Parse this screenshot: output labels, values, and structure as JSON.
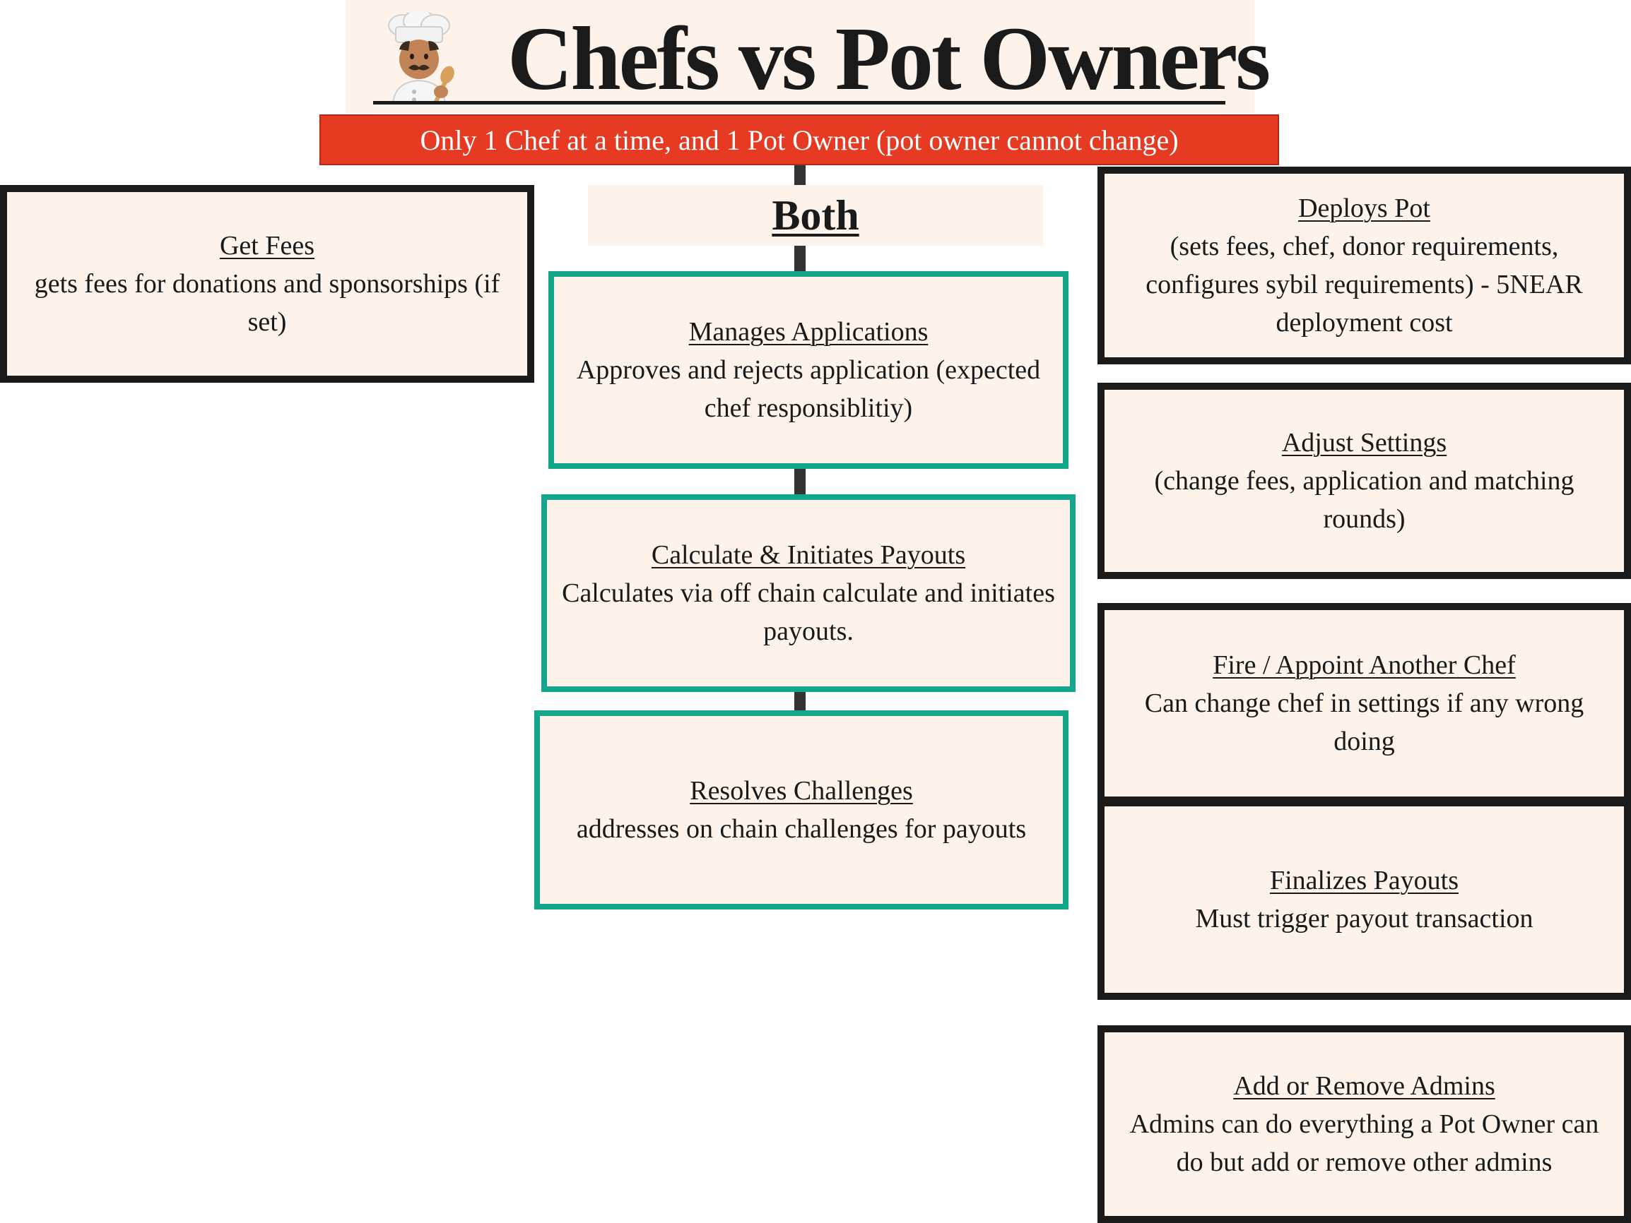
{
  "header": {
    "title": "Chefs vs Pot Owners",
    "subtitle": "Only 1 Chef at a time, and 1 Pot Owner (pot owner cannot change)",
    "emoji_icon": "chef-emoji-icon"
  },
  "middle": {
    "label": "Both",
    "boxes": [
      {
        "title": "Manages Applications",
        "desc": "Approves and rejects application (expected chef responsiblitiy)"
      },
      {
        "title": "Calculate & Initiates Payouts",
        "desc": "Calculates via off chain calculate and initiates payouts."
      },
      {
        "title": "Resolves Challenges",
        "desc": "addresses on chain challenges for payouts"
      }
    ]
  },
  "chef": {
    "boxes": [
      {
        "title": "Get Fees",
        "desc": "gets fees for donations and sponsorships (if set)"
      }
    ]
  },
  "owner": {
    "boxes": [
      {
        "title": "Deploys Pot",
        "desc": "(sets fees, chef, donor requirements, configures sybil requirements) - 5NEAR deployment cost"
      },
      {
        "title": "Adjust Settings",
        "desc": "(change fees, application and matching rounds)"
      },
      {
        "title": "Fire / Appoint Another Chef",
        "desc": "Can change chef in settings if any wrong doing"
      },
      {
        "title": "Finalizes Payouts",
        "desc": "Must trigger payout transaction"
      },
      {
        "title": "Add or Remove Admins",
        "desc": "Admins can do everything a Pot Owner can do but add or remove other admins"
      }
    ]
  },
  "colors": {
    "banner": "#e63a22",
    "box_fill": "#fdf3ea",
    "teal_border": "#14a68a",
    "black_border": "#1a1a1a"
  }
}
